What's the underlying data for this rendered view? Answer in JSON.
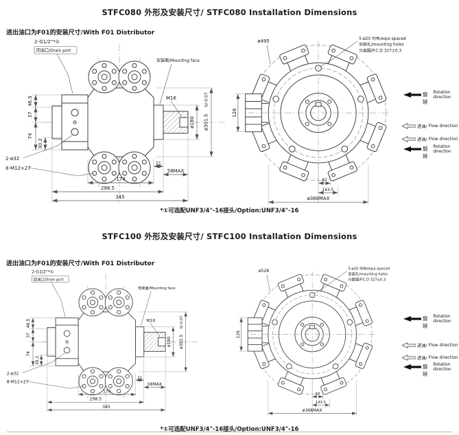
{
  "sections": [
    {
      "model": "STFC080",
      "title": "STFC080 外形及安装尺寸/ STFC080 Installation Dimensions",
      "subtitle": "进出油口为F01的安装尺寸/With F01 Distributor",
      "footnote": "*①可选配UNF3/4\"-16接头/Option:UNF3/4\"-16",
      "side": {
        "port_label": "2-G1/2\"*①",
        "drain_label": "回油口/Drain port",
        "mounting_face": "安装面/Mounting face",
        "m16": "M16",
        "d46": "46.5",
        "d37": "37",
        "d74": "74",
        "d30": "30.2",
        "d2phi32": "2-ø32",
        "d8m12": "8-M12×27",
        "d21": "21",
        "d58": "58MAX",
        "d174": "174",
        "d298": "298.5",
        "d345": "345",
        "phi180": "ø180",
        "phi301": "ø301.5",
        "phi301_tol": "0/-0.07"
      },
      "front": {
        "outer_dia": "ø495",
        "holes_line1": "5-ø20 均布/equi-spaced",
        "holes_line2": "安装孔/mounting holes",
        "holes_line3": "分度圆/P.C.D 327±0.3",
        "d126": "126",
        "d87": "87",
        "d143": "143.5",
        "max_dia": "ø368MAX"
      },
      "annotations": [
        {
          "cn": "旋转",
          "en": "Rotation direction",
          "style": "solid"
        },
        {
          "cn": "进油/",
          "en": "Flow direction",
          "style": "hollow"
        },
        {
          "cn": "进油/",
          "en": "Flow direction",
          "style": "hollow"
        },
        {
          "cn": "旋转",
          "en": "Rotation direction",
          "style": "solid"
        }
      ]
    },
    {
      "model": "STFC100",
      "title": "STFC100 外形及安装尺寸/ STFC100 Installation Dimensions",
      "subtitle": "进出油口为F01的安装尺寸/With F01 Distributor",
      "footnote": "*①可选配UNF3/4\"-16接头/Option:UNF3/4\"-16",
      "side": {
        "port_label": "2-G1/2\"*①",
        "drain_label": "回油口/Drain port",
        "mounting_face": "安装面/Mounting face",
        "m16": "M16",
        "d46": "46.5",
        "d37": "37",
        "d74": "74",
        "d30": "30.2",
        "d2phi32": "2-ø32",
        "d8m12": "8-M12×27",
        "d21": "21",
        "d58": "58MAX",
        "d174": "174",
        "d298": "298.5",
        "d345": "345",
        "phi180": "ø180",
        "phi301": "ø301.5",
        "phi301_tol": "0/-0.07"
      },
      "front": {
        "outer_dia": "ø528",
        "holes_line1": "5-ø20 均布/equi-spaced",
        "holes_line2": "安装孔/mounting holes",
        "holes_line3": "分度圆/P.C.D 327±0.3",
        "d126": "126",
        "d87": "87",
        "d143": "143.5",
        "max_dia": "ø368MAX"
      },
      "annotations": [
        {
          "cn": "旋转",
          "en": "Rotation direction",
          "style": "solid"
        },
        {
          "cn": "进油/",
          "en": "Flow direction",
          "style": "hollow"
        },
        {
          "cn": "进油/",
          "en": "Flow direction",
          "style": "hollow"
        },
        {
          "cn": "旋转",
          "en": "Rotation direction",
          "style": "solid"
        }
      ]
    }
  ],
  "colors": {
    "line": "#3c3c3c",
    "dim": "#555555"
  }
}
